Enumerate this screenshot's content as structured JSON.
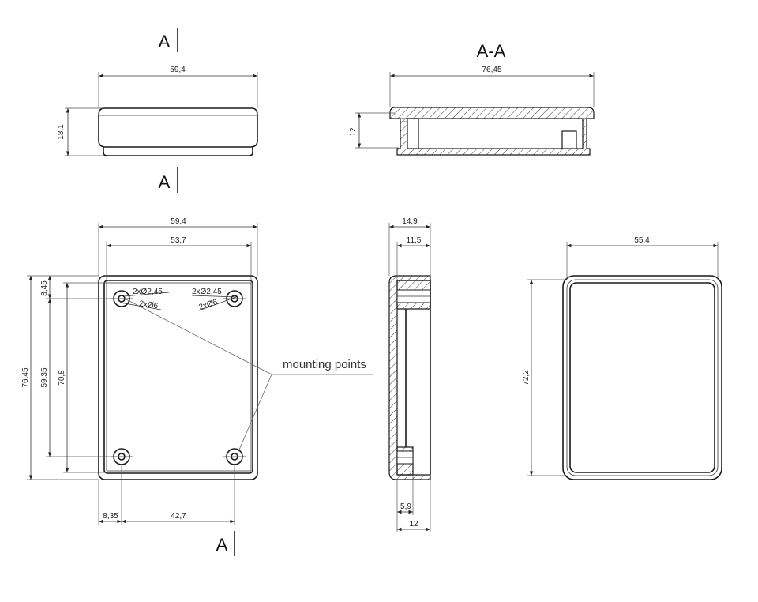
{
  "section_labels": {
    "top_cut": "A",
    "bottom_cut": "A",
    "plan_cut": "A",
    "section_title": "A-A"
  },
  "dimensions": {
    "front_width": "59,4",
    "front_height": "18,1",
    "section_width": "76,45",
    "section_height": "12",
    "plan_outer_width": "59,4",
    "plan_inner_width": "53,7",
    "plan_total_height": "76,45",
    "plan_hole_spacing_v": "59,35",
    "plan_inner_height": "70,8",
    "plan_top_offset": "8,45",
    "plan_left_offset": "8,35",
    "plan_hole_spacing_h": "42,7",
    "side_outer": "14,9",
    "side_inner": "11,5",
    "side_bottom_a": "5,9",
    "side_bottom_b": "12",
    "lid_width": "55,4",
    "lid_height": "72,2"
  },
  "hole_callouts": {
    "left_small": "2xØ2,45",
    "left_large": "2xØ6",
    "right_small": "2xØ2,45",
    "right_large": "2xØ6"
  },
  "annotation": {
    "mounting_points": "mounting points"
  }
}
